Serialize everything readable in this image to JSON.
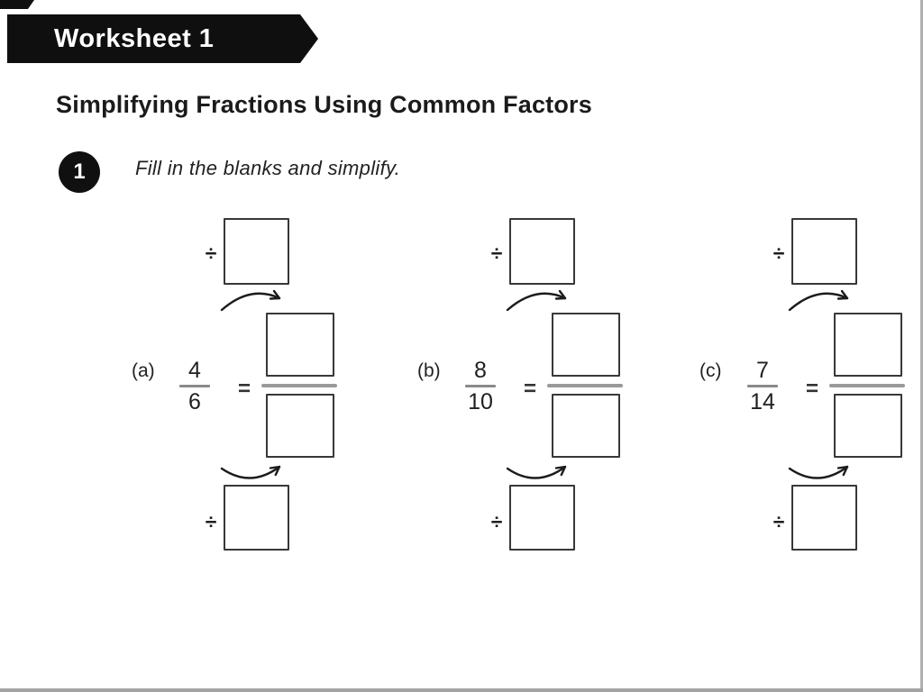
{
  "banner": {
    "label": "Worksheet 1"
  },
  "title": "Simplifying Fractions Using Common Factors",
  "question": {
    "number": "1",
    "instruction": "Fill in the blanks and simplify."
  },
  "symbols": {
    "divide": "÷",
    "equals": "="
  },
  "problems": [
    {
      "label": "(a)",
      "numerator": "4",
      "denominator": "6"
    },
    {
      "label": "(b)",
      "numerator": "8",
      "denominator": "10"
    },
    {
      "label": "(c)",
      "numerator": "7",
      "denominator": "14"
    }
  ],
  "colors": {
    "banner_bg": "#0f0f0f",
    "text": "#1c1c1c",
    "box_border": "#383838",
    "answer_fraction_bar": "#9a9a9a",
    "given_fraction_bar": "#8a8a8a",
    "edge_gray": "#a9a9a9"
  }
}
